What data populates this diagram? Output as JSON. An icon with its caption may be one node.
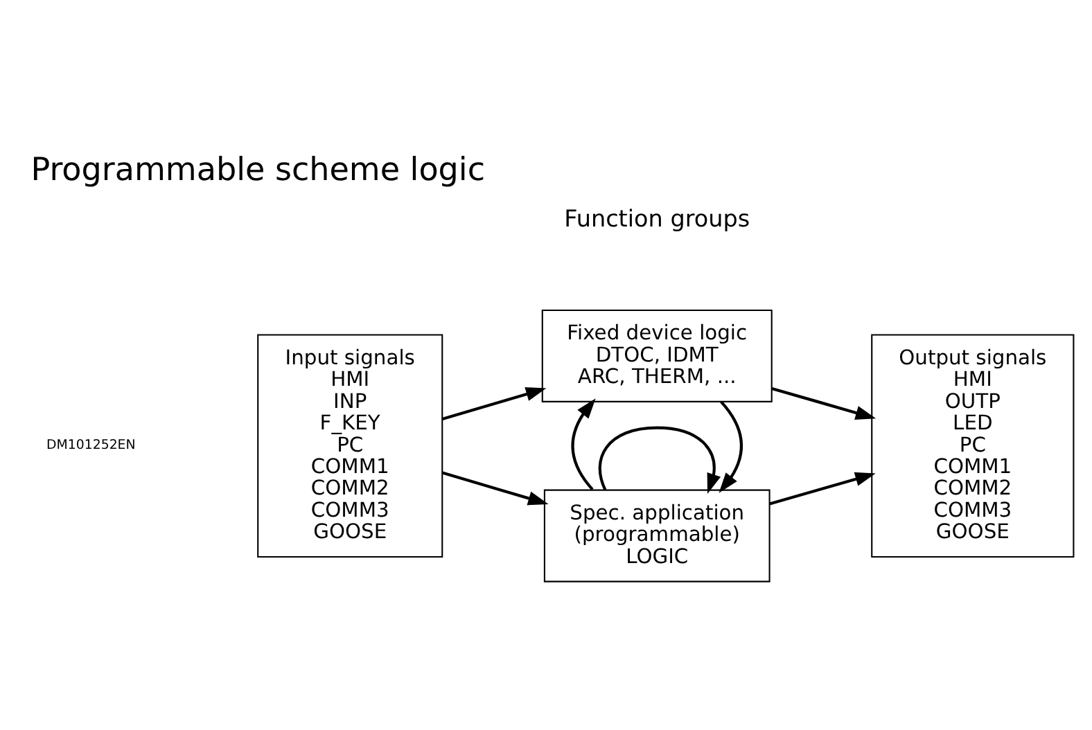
{
  "diagram": {
    "title": "Programmable scheme logic",
    "nodes": [
      {
        "text": [
          "Input signals",
          "HMI",
          "INP",
          "F_KEY",
          "PC",
          "COMM1",
          "COMM2",
          "COMM3",
          "GOOSE"
        ]
      },
      {
        "text": [
          "Fixed device logic",
          "DTOC, IDMT",
          "ARC, THERM, ..."
        ]
      },
      {
        "text": [
          "Spec. application",
          "(programmable)",
          "LOGIC"
        ]
      },
      {
        "text": [
          "Output signals",
          "HMI",
          "OUTP",
          "LED",
          "PC",
          "COMM1",
          "COMM2",
          "COMM3",
          "GOOSE"
        ]
      }
    ],
    "edges": [
      {
        "from": 0,
        "to": 1,
        "arrow": "to"
      },
      {
        "from": 0,
        "to": 2,
        "arrow": "to"
      },
      {
        "from": 1,
        "to": 3,
        "arrow": "to"
      },
      {
        "from": 2,
        "to": 3,
        "arrow": "to"
      },
      {
        "from": 1,
        "to": 2,
        "arrow": "to"
      },
      {
        "from": 2,
        "to": 1,
        "arrow": "to"
      },
      {
        "from": 2,
        "to": 2,
        "arrow": "to"
      }
    ],
    "labels": [
      "DM101252EN",
      "Function groups"
    ]
  }
}
